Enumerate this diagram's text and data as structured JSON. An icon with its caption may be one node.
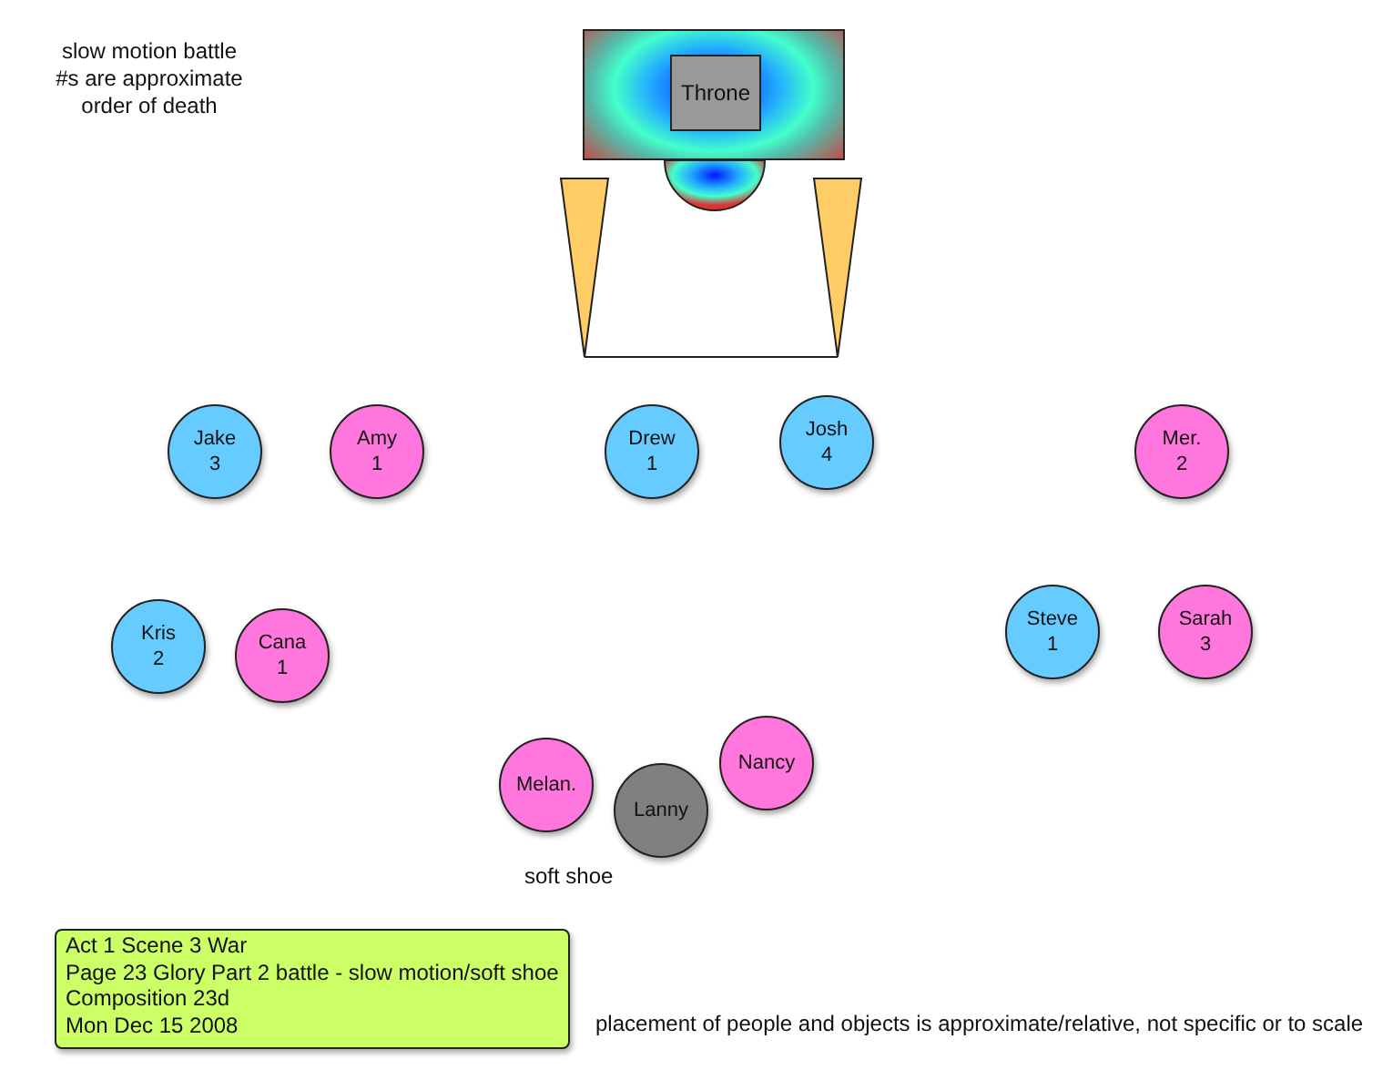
{
  "diagram": {
    "nodes": [
      {
        "text": [],
        "shape": "box"
      },
      {
        "text": [
          "Throne"
        ],
        "in": 0
      },
      {
        "text": [
          "Jake",
          "3"
        ]
      },
      {
        "text": [
          "Amy",
          "1"
        ]
      },
      {
        "text": [
          "Drew",
          "1"
        ]
      },
      {
        "text": [
          "Josh",
          "4"
        ]
      },
      {
        "text": [
          "Mer.",
          "2"
        ]
      },
      {
        "text": [
          "Kris",
          "2"
        ]
      },
      {
        "text": [
          "Cana",
          "1"
        ]
      },
      {
        "text": [
          "Steve",
          "1"
        ]
      },
      {
        "text": [
          "Sarah",
          "3"
        ]
      },
      {
        "text": [
          "Melan."
        ]
      },
      {
        "text": [
          "Lanny"
        ]
      },
      {
        "text": [
          "Nancy"
        ]
      },
      {
        "text": [
          "Act 1 Scene 3 War",
          "Page 23 Glory Part 2 battle - slow motion/soft shoe",
          "Composition 23d",
          "Mon Dec 15 2008"
        ]
      }
    ],
    "edges": [],
    "labels": [
      "slow motion battle #s are approximate order of death",
      "soft shoe",
      "placement of people and objects is approximate/relative, not specific or to scale"
    ]
  }
}
